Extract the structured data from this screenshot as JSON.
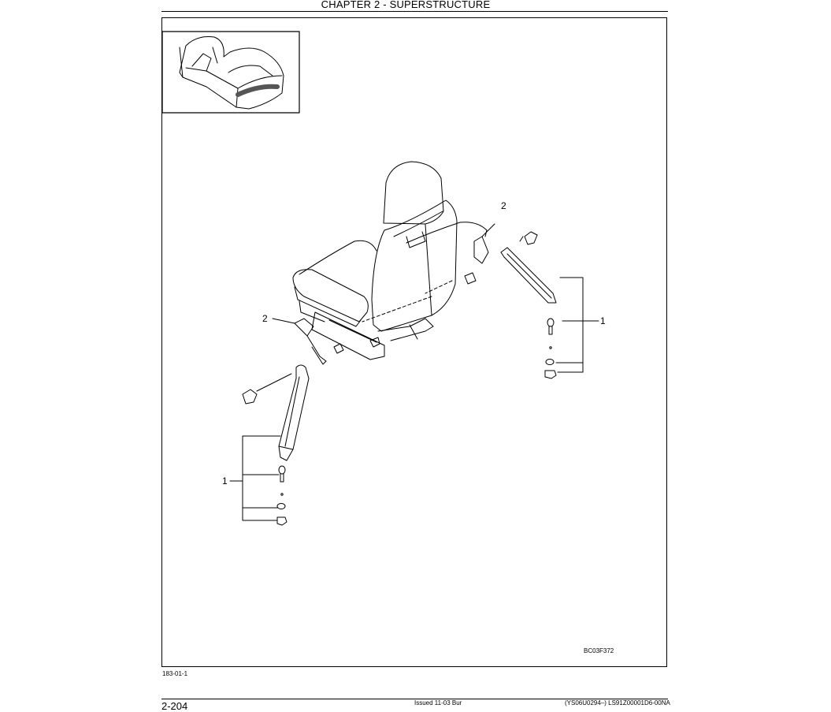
{
  "header": {
    "chapter_title": "CHAPTER 2 - SUPERSTRUCTURE"
  },
  "figure": {
    "callouts": {
      "seat_belt_assembly": "1",
      "buckle": "2"
    },
    "figure_id": "BC03F372",
    "reference_number": "183-01-1"
  },
  "footer": {
    "page_number": "2-204",
    "issued": "Issued 11-03   Bur",
    "serial_range": "(YS06U0294–)   LS91Z00001D6-00NA"
  }
}
